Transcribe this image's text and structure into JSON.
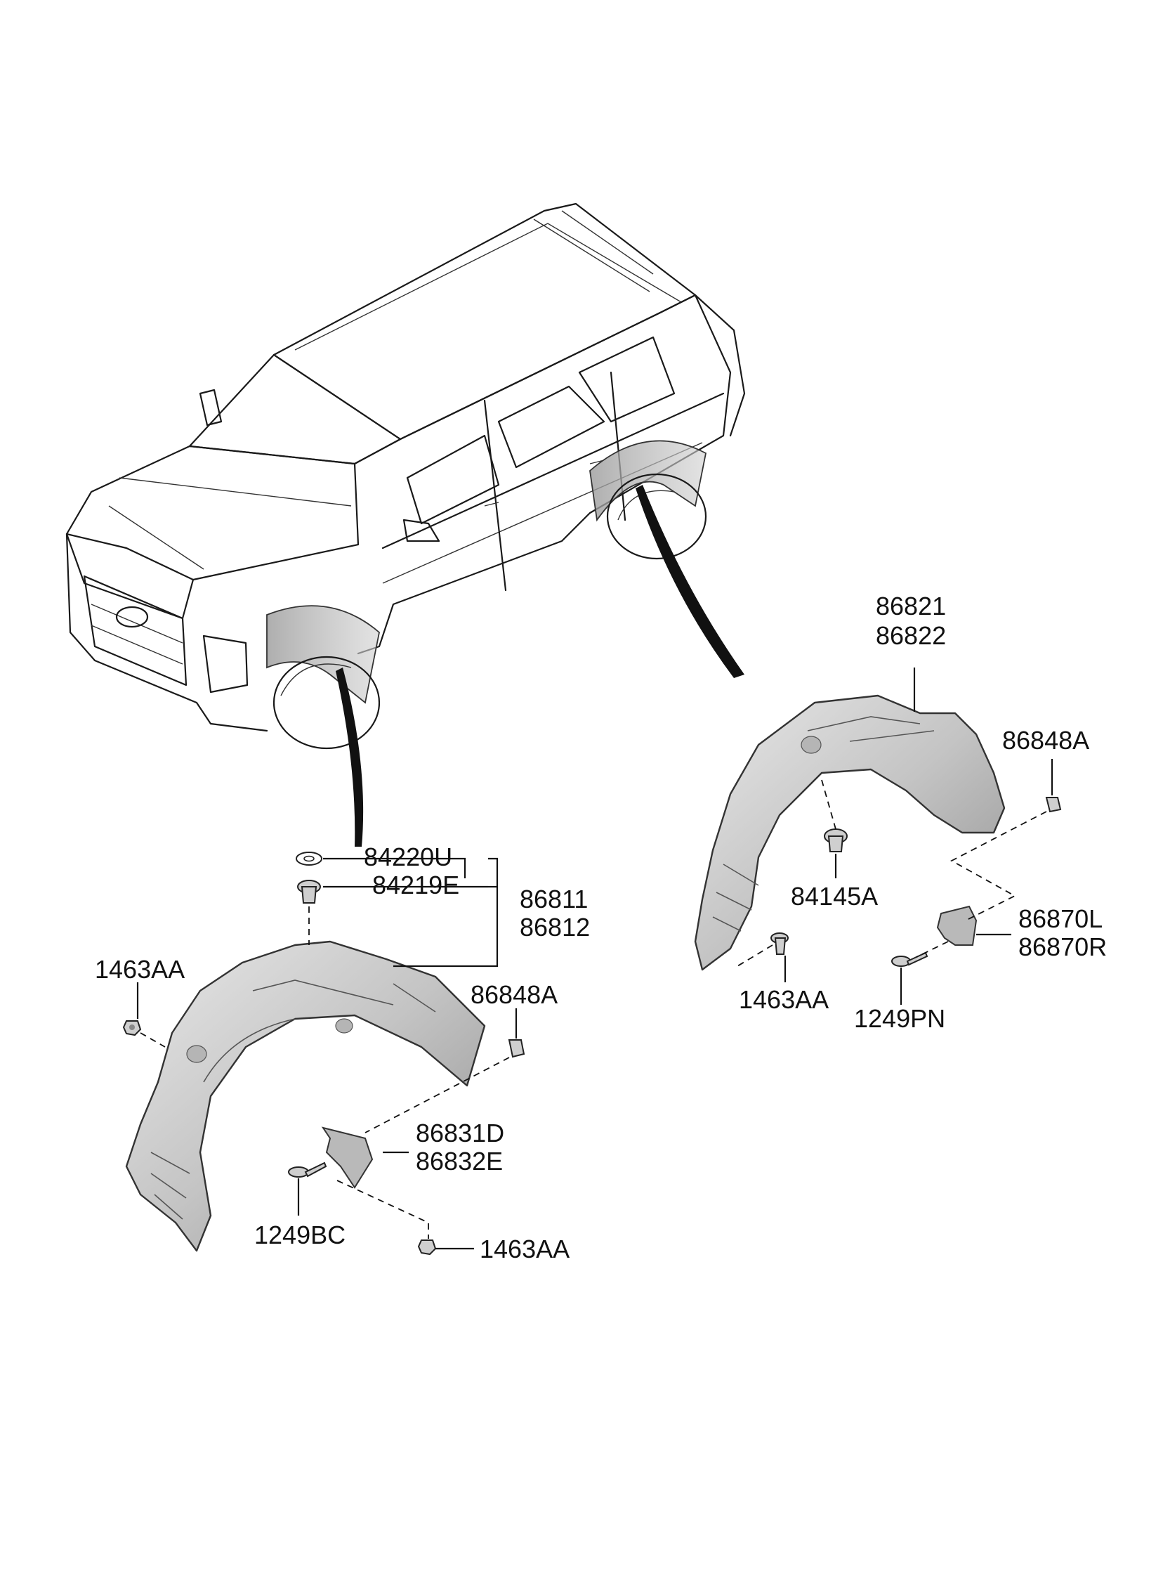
{
  "labels": {
    "front_washer": "84220U",
    "front_grommet": "84219E",
    "front_liner_lh": "86811",
    "front_liner_rh": "86812",
    "front_bolt_left": "1463AA",
    "front_clip": "86848A",
    "front_flap_lh": "86831D",
    "front_flap_rh": "86832E",
    "front_screw": "1249BC",
    "front_bolt_bottom": "1463AA",
    "rear_liner_lh": "86821",
    "rear_liner_rh": "86822",
    "rear_clip": "86848A",
    "rear_grommet": "84145A",
    "rear_flap_l": "86870L",
    "rear_flap_r": "86870R",
    "rear_bolt": "1463AA",
    "rear_screw": "1249PN"
  },
  "colors": {
    "line": "#111111",
    "part_fill_light": "#e6e6e6",
    "part_fill_dark": "#9a9a9a"
  }
}
